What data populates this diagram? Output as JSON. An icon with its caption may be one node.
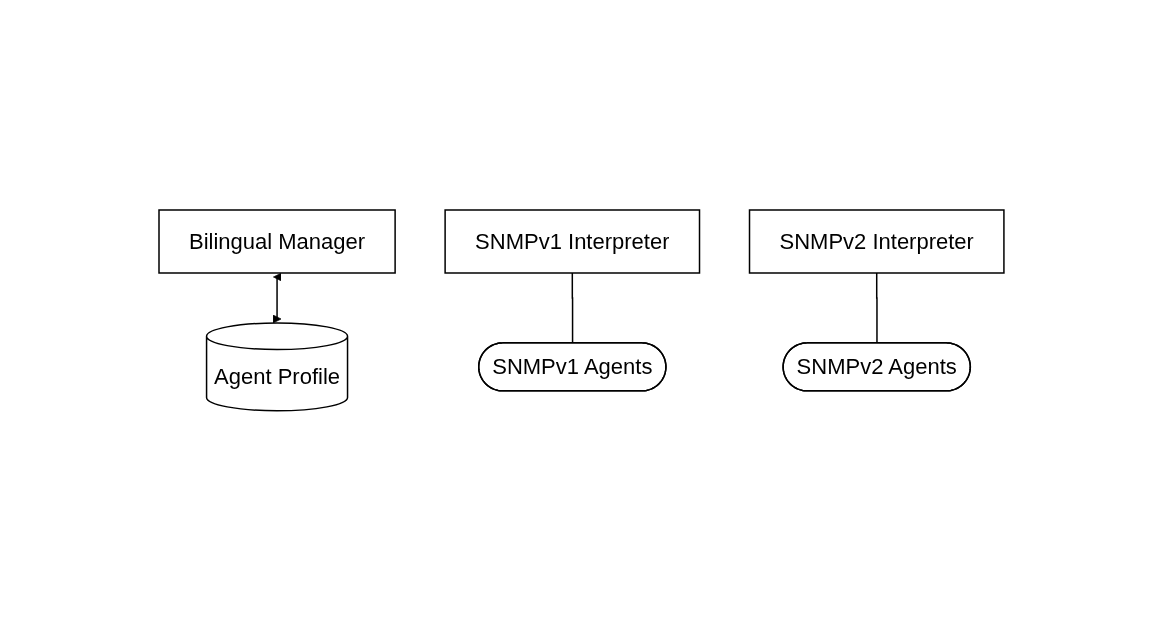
{
  "diagram": {
    "nodes": [
      {
        "text": [
          "Bilingual Manager"
        ]
      },
      {
        "text": [
          "SNMPv1 Interpreter"
        ]
      },
      {
        "text": [
          "SNMPv2 Interpreter"
        ]
      },
      {
        "text": [
          "Agent Profile"
        ]
      },
      {
        "text": [
          "SNMPv1 Agents"
        ]
      },
      {
        "text": [
          "SNMPv2 Agents"
        ]
      }
    ],
    "edges": [
      {
        "from": 0,
        "to": 3,
        "arrow": "both"
      },
      {
        "from": 1,
        "to": 4,
        "arrow": "none"
      },
      {
        "from": 2,
        "to": 5,
        "arrow": "none"
      }
    ]
  }
}
